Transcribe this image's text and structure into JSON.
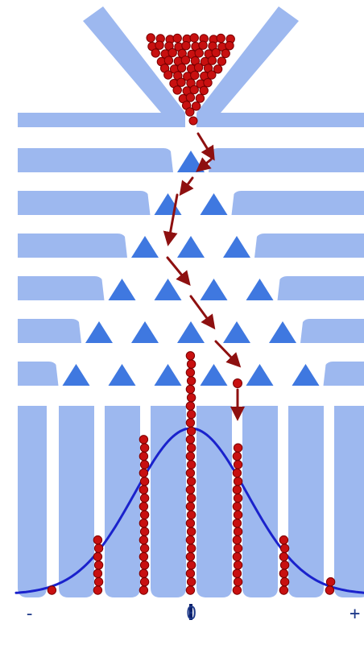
{
  "axis": {
    "left_label": "-",
    "center_label": "0",
    "right_label": "+"
  },
  "bins": {
    "ball_counts": [
      1,
      7,
      19,
      29,
      18,
      7,
      2
    ]
  },
  "colors": {
    "background": "#ffffff",
    "board": "#9db8ef",
    "peg": "#3f78e0",
    "ball": "#c81010",
    "ball_stroke": "#7a0000",
    "path_arrow": "#8e1010",
    "curve": "#1a22cc",
    "axis_text": "#1f3a8a",
    "tick": "#0a1f6b"
  }
}
